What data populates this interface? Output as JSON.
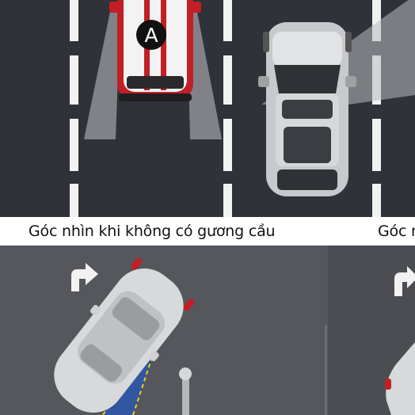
{
  "captions": {
    "left": "Góc nhìn khi không có gương cầu",
    "right_partial": "Góc n"
  },
  "car_a": {
    "label": "A"
  },
  "colors": {
    "road_dark": "#2f3238",
    "road_grey": "#54565c",
    "lane_marking": "#f2f2f2",
    "car_body": "#c7c9cc",
    "car_a_red": "#c21f25",
    "sensor_cone": "#2f56a8",
    "cone_edge": "#e6d21a"
  },
  "icons": [
    "turn-right-arrow-icon"
  ]
}
